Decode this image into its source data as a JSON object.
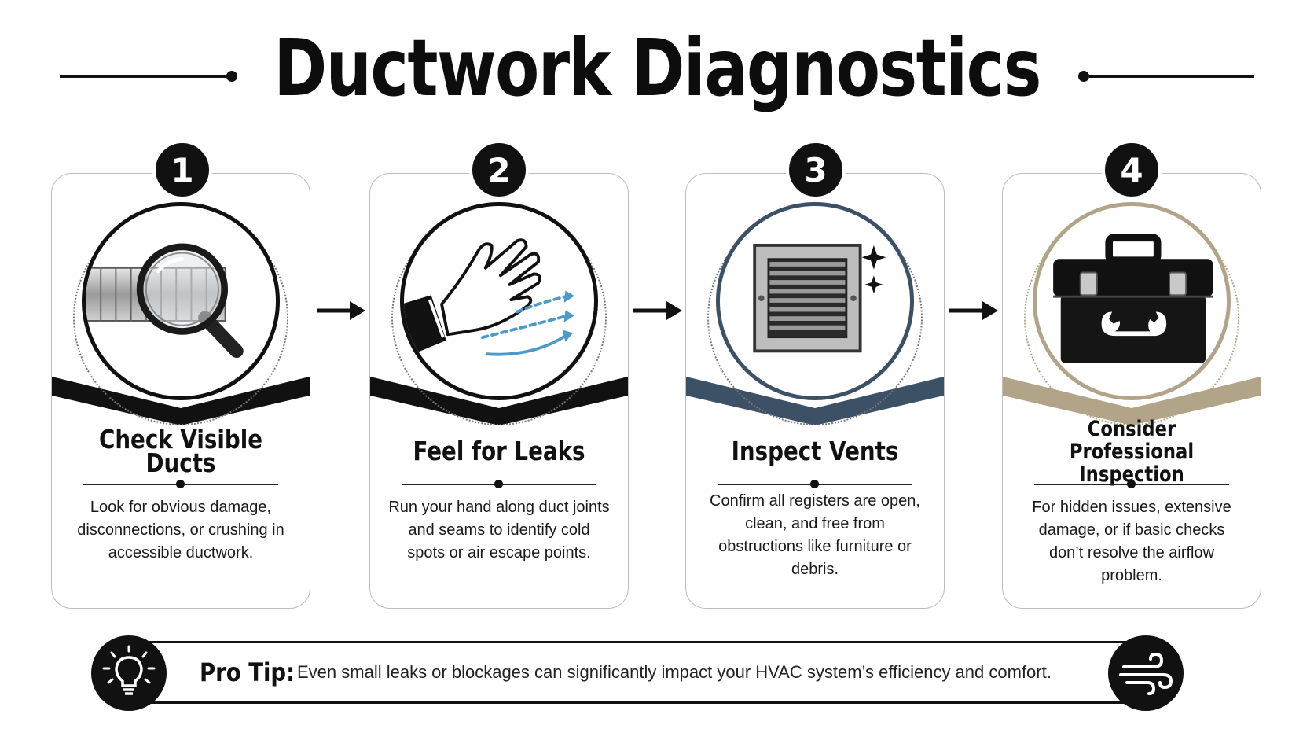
{
  "title": "Ductwork Diagnostics",
  "steps": [
    {
      "number": "1",
      "title": "Check Visible Ducts",
      "body": "Look for obvious damage, disconnections, or crushing in accessible ductwork.",
      "icon": "magnifying-glass-duct-icon",
      "accent": "#111111"
    },
    {
      "number": "2",
      "title": "Feel for Leaks",
      "body": "Run your hand along duct joints and seams to identify cold spots or air escape points.",
      "icon": "hand-airflow-icon",
      "accent": "#111111"
    },
    {
      "number": "3",
      "title": "Inspect Vents",
      "body": "Confirm all registers are open, clean, and free from obstructions like furniture or debris.",
      "icon": "vent-register-icon",
      "accent": "#3d5166"
    },
    {
      "number": "4",
      "title": "Consider Professional Inspection",
      "body": "For hidden issues, extensive damage, or if basic checks don’t resolve the airflow problem.",
      "icon": "toolbox-wrench-icon",
      "accent": "#b1a488"
    }
  ],
  "tip": {
    "label": "Pro Tip:",
    "text": "Even small leaks or blockages can significantly impact your HVAC system’s efficiency and comfort.",
    "left_icon": "lightbulb-icon",
    "right_icon": "wind-icon"
  }
}
